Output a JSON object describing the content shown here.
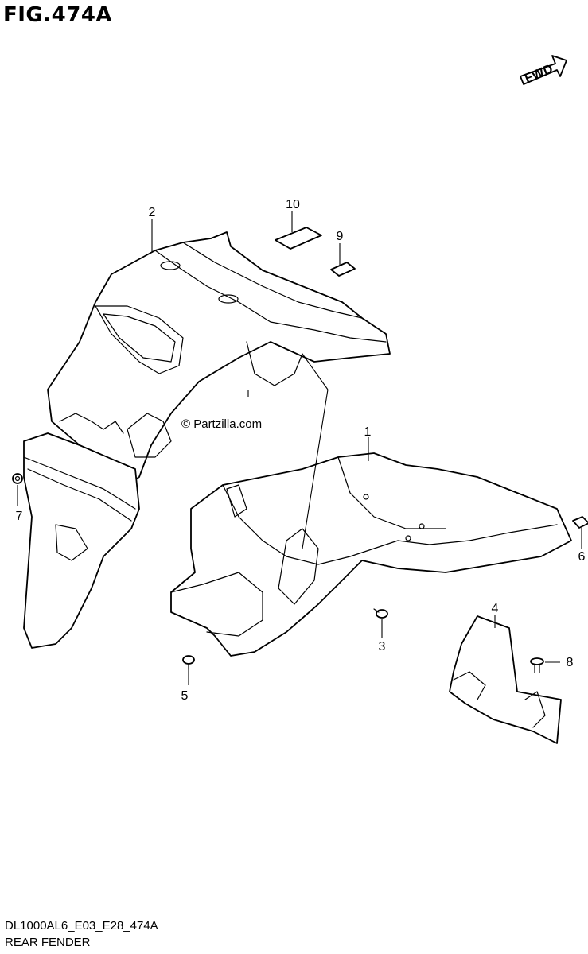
{
  "figure": {
    "title": "FIG.474A",
    "code": "DL1000AL6_E03_E28_474A",
    "caption": "REAR FENDER",
    "watermark": "© Partzilla.com",
    "fwd_label": "FWD"
  },
  "callouts": [
    {
      "id": "1",
      "label": "1"
    },
    {
      "id": "2",
      "label": "2"
    },
    {
      "id": "3",
      "label": "3"
    },
    {
      "id": "4",
      "label": "4"
    },
    {
      "id": "5",
      "label": "5"
    },
    {
      "id": "6",
      "label": "6"
    },
    {
      "id": "7",
      "label": "7"
    },
    {
      "id": "8",
      "label": "8"
    },
    {
      "id": "9",
      "label": "9"
    },
    {
      "id": "10",
      "label": "10"
    }
  ]
}
